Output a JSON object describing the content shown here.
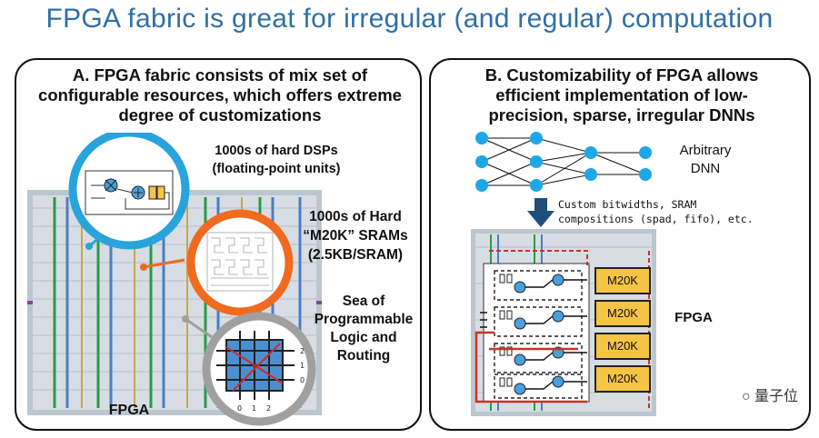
{
  "title": "FPGA fabric is great for irregular (and regular) computation",
  "panelA": {
    "title_l1": "A. FPGA fabric consists of mix set of",
    "title_l2": "configurable resources, which offers extreme",
    "title_l3": "degree of customizations",
    "dsp_l1": "1000s of hard DSPs",
    "dsp_l2": "(floating-point units)",
    "sram_l1": "1000s of Hard",
    "sram_l2": "“M20K” SRAMs",
    "sram_l3": "(2.5KB/SRAM)",
    "logic_l1": "Sea of",
    "logic_l2": "Programmable",
    "logic_l3": "Logic and",
    "logic_l4": "Routing",
    "fpga_label": "FPGA",
    "grid_ticks_y": [
      "2",
      "1",
      "0"
    ],
    "grid_ticks_x": [
      "0",
      "1",
      "2"
    ]
  },
  "panelB": {
    "title_l1": "B. Customizability of FPGA allows",
    "title_l2": "efficient implementation of low-",
    "title_l3": "precision, sparse, irregular DNNs",
    "dnn_l1": "Arbitrary",
    "dnn_l2": "DNN",
    "custom_l1": "Custom bitwidths, SRAM",
    "custom_l2": "compositions (spad, fifo), etc.",
    "m20k_blocks": [
      "M20K",
      "M20K",
      "M20K",
      "M20K"
    ],
    "fpga_label": "FPGA"
  },
  "watermark": "量子位",
  "colors": {
    "title": "#2f6fa8",
    "ring_blue": "#29a3dc",
    "ring_orange": "#f06a1f",
    "ring_gray": "#a0a0a0",
    "m20k": "#f6c445",
    "node": "#1ea7e8"
  }
}
